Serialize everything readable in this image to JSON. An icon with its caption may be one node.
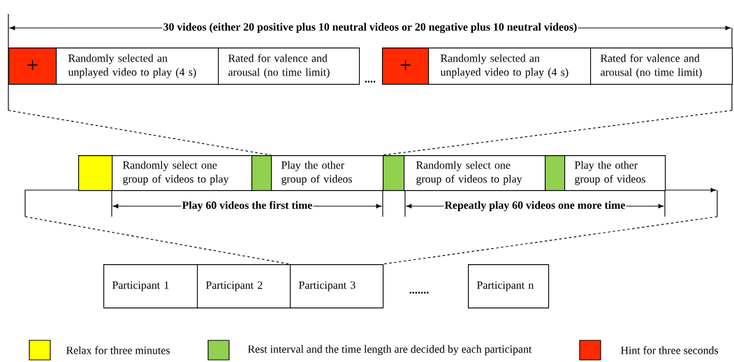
{
  "diagram": {
    "nodes": [
      {
        "text": [
          "+"
        ]
      },
      {
        "text": [
          "Randomly selected an unplayed video to play (4 s)"
        ]
      },
      {
        "text": [
          "Rated for valence and arousal (no time limit)"
        ]
      },
      {
        "text": [
          "+"
        ]
      },
      {
        "text": [
          "Randomly selected an unplayed video to play (4 s)"
        ]
      },
      {
        "text": [
          "Rated for valence and arousal (no time limit)"
        ]
      },
      {
        "text": [],
        "shape": "box"
      },
      {
        "text": [
          "Randomly select one group of videos to play"
        ]
      },
      {
        "text": [],
        "shape": "box"
      },
      {
        "text": [
          "Play the other group of videos"
        ]
      },
      {
        "text": [],
        "shape": "box"
      },
      {
        "text": [
          "Randomly select one group of videos to play"
        ]
      },
      {
        "text": [],
        "shape": "box"
      },
      {
        "text": [
          "Play the other group of videos"
        ]
      },
      {
        "text": [
          "Participant 1"
        ]
      },
      {
        "text": [
          "Participant 2"
        ]
      },
      {
        "text": [
          "Participant 3"
        ]
      },
      {
        "text": [
          "Participant n"
        ]
      }
    ],
    "labels": [
      "30 videos (either 20 positive plus 10 neutral videos or 20 negative plus 10 neutral videos)",
      "....",
      "Play 60 videos the first time",
      "Repeatly play 60 videos one more time",
      "......."
    ],
    "legend": [
      {
        "text": "Relax for three minutes",
        "color": "#ffff00"
      },
      {
        "text": "Rest interval and the time length are decided by each participant",
        "color": "#92d050"
      },
      {
        "text": "Hint for three seconds",
        "color": "#ff2a00"
      }
    ]
  }
}
